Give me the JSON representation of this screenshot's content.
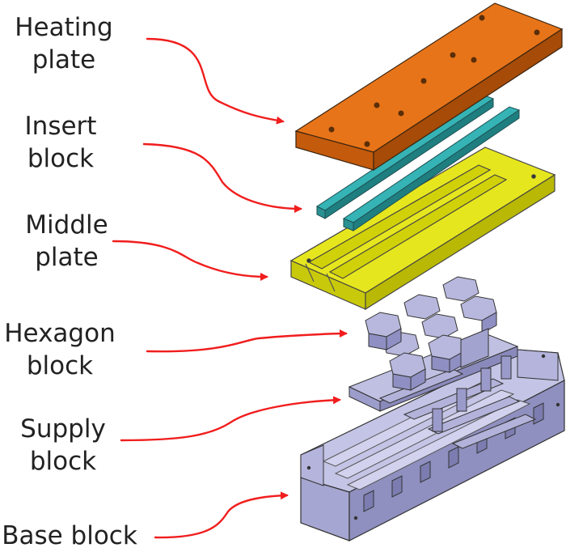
{
  "labels": {
    "heating": [
      "Heating",
      "plate"
    ],
    "insert": [
      "Insert",
      "block"
    ],
    "middle": [
      "Middle",
      "plate"
    ],
    "hexagon": [
      "Hexagon",
      "block"
    ],
    "supply": [
      "Supply",
      "block"
    ],
    "base": "Base block"
  },
  "colors": {
    "heating_plate": "#e87419",
    "insert_block": "#35b3b5",
    "middle_plate": "#e6e61e",
    "hexagon_block": "#a9a9cf",
    "supply_block": "#a9a9cf",
    "base_block": "#b3b3dc",
    "leader_arrow": "#f11d1d"
  }
}
